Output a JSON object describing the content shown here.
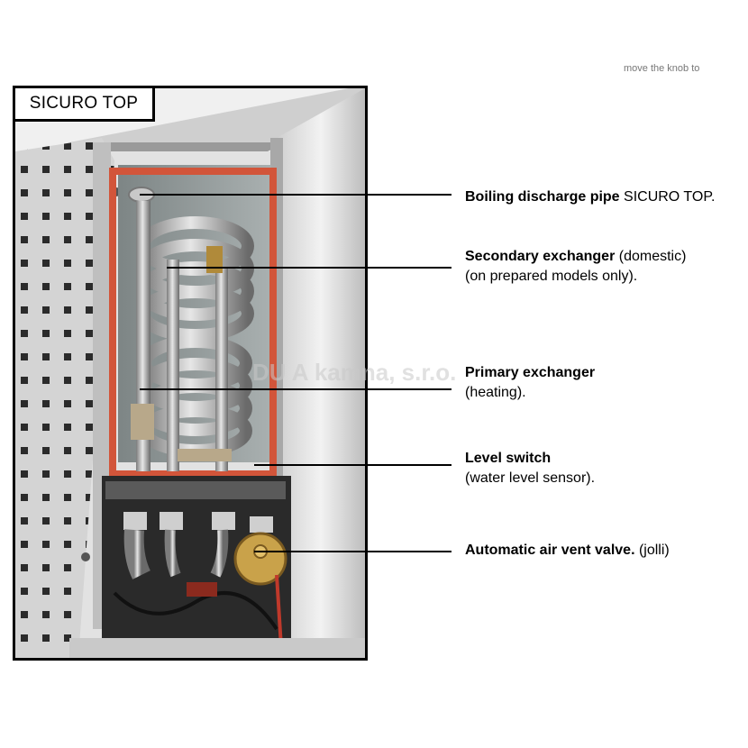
{
  "title": "SICURO TOP",
  "watermark": "DU A kamna, s.r.o.",
  "corner_text": "move the knob to",
  "callouts": [
    {
      "bold": "Boiling discharge pipe",
      "normal": " SICURO TOP.",
      "line2": ""
    },
    {
      "bold": "Secondary exchanger",
      "normal": " (domestic)",
      "line2": "(on prepared models only)."
    },
    {
      "bold": "Primary exchanger",
      "normal": "",
      "line2": "(heating)."
    },
    {
      "bold": "Level switch",
      "normal": "",
      "line2": "(water level sensor)."
    },
    {
      "bold": "Automatic air vent valve.",
      "normal": " (jolli)",
      "line2": ""
    }
  ]
}
